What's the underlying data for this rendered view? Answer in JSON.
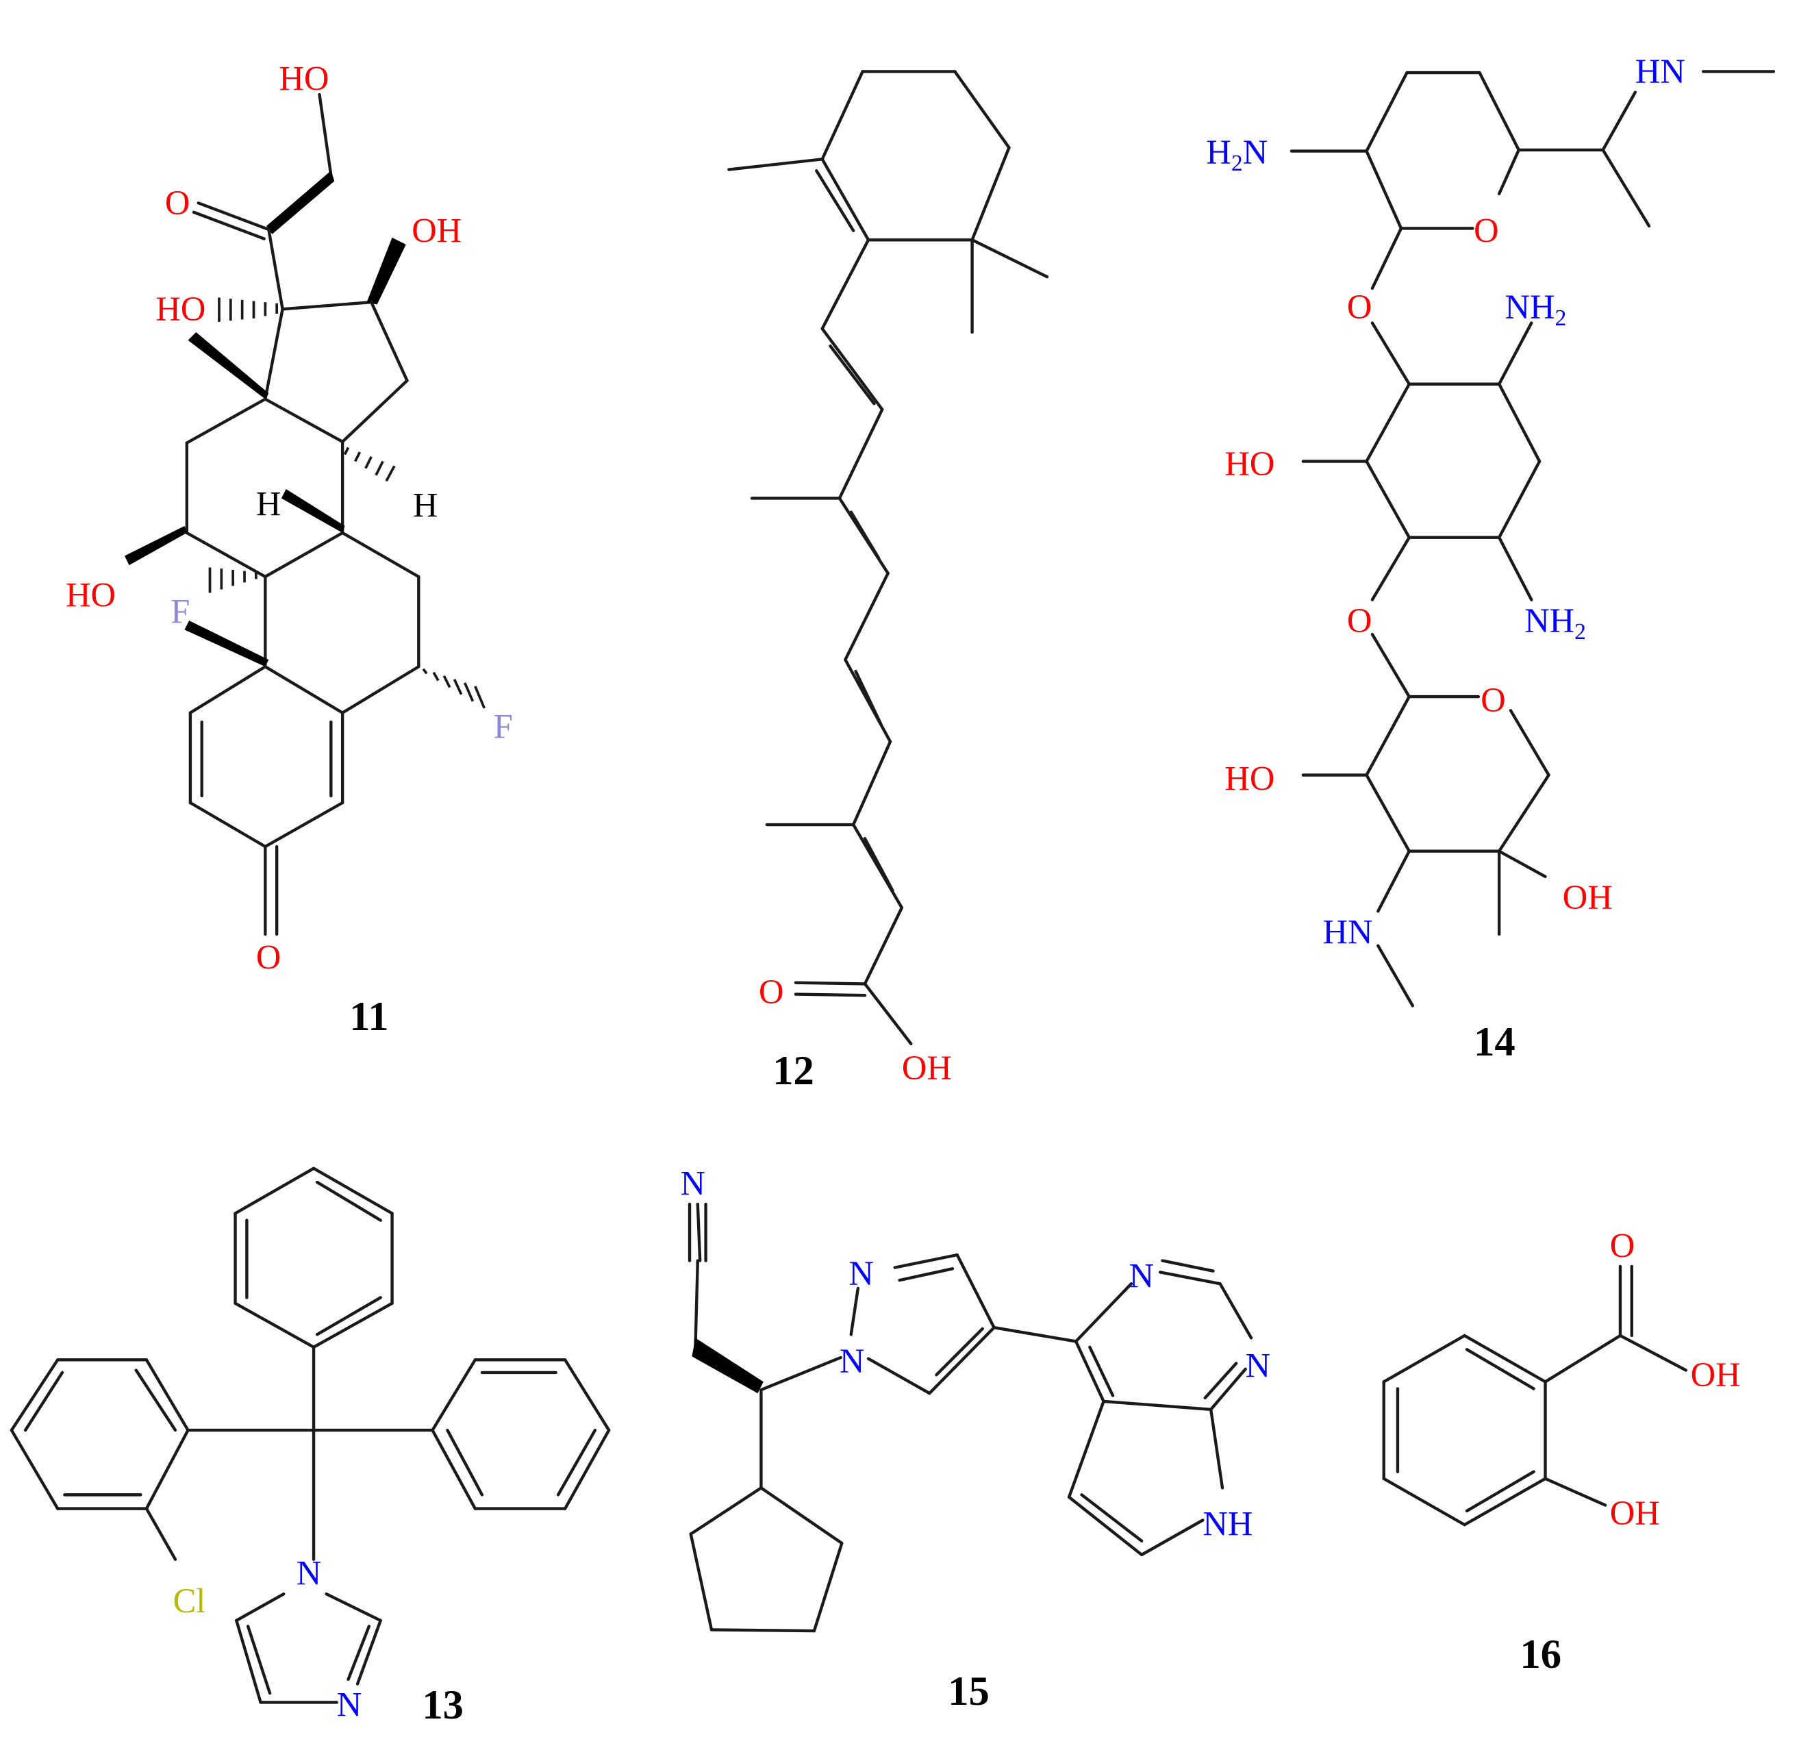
{
  "figure": {
    "type": "chemical-structures-panel",
    "compounds": [
      {
        "id": "11",
        "label": "11",
        "atoms": {
          "ho_top": "HO",
          "o_keto": "O",
          "oh_right": "OH",
          "ho_c17": "HO",
          "h1": "H",
          "h2": "H",
          "ho_c11": "HO",
          "f9": "F",
          "f6": "F",
          "o3": "O"
        }
      },
      {
        "id": "12",
        "label": "12",
        "atoms": {
          "o_acid": "O",
          "oh_acid": "OH"
        }
      },
      {
        "id": "14",
        "label": "14",
        "atoms": {
          "hn_top": "HN",
          "h2n": "H",
          "h2n_sub": "2",
          "h2n_n": "N",
          "o_ring1": "O",
          "o_link1": "O",
          "nh2_a": "NH",
          "nh2_a_sub": "2",
          "ho_mid": "HO",
          "o_link2": "O",
          "nh2_b": "NH",
          "nh2_b_sub": "2",
          "o_ring3": "O",
          "ho_low": "HO",
          "oh_low": "OH",
          "hn_low": "HN"
        }
      },
      {
        "id": "13",
        "label": "13",
        "atoms": {
          "cl": "Cl",
          "n1": "N",
          "n3": "N"
        }
      },
      {
        "id": "15",
        "label": "15",
        "atoms": {
          "n_nitrile": "N",
          "n_pyr1": "N",
          "n_pyr2": "N",
          "n_pm1": "N",
          "n_pm2": "N",
          "nh": "NH"
        }
      },
      {
        "id": "16",
        "label": "16",
        "atoms": {
          "o_acid": "O",
          "oh_acid": "OH",
          "oh_phenol": "OH"
        }
      }
    ],
    "colors": {
      "oxygen": "#ff0000",
      "nitrogen": "#0000ff",
      "fluorine": "#8a8ad6",
      "chlorine": "#b8b800",
      "bond": "#1a1a1a"
    }
  }
}
